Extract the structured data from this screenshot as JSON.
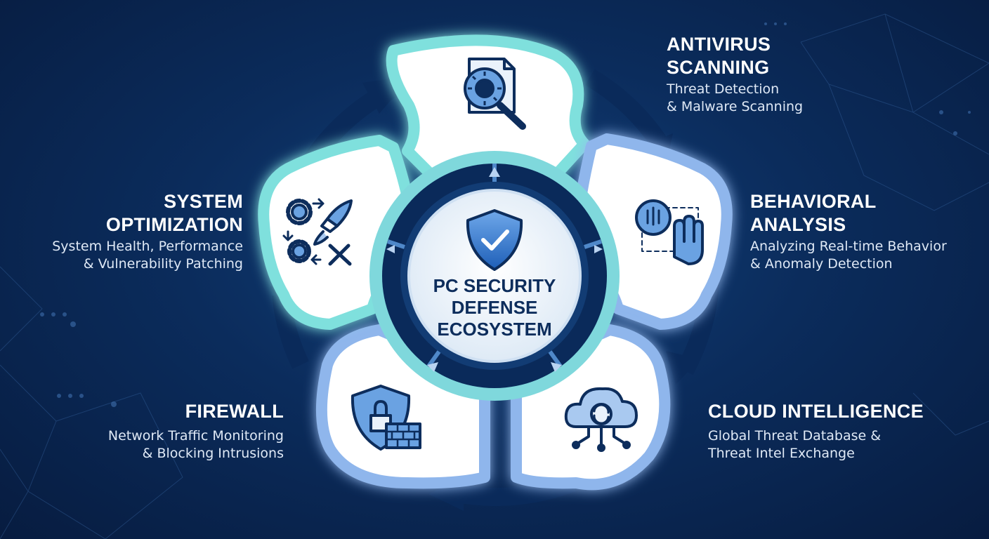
{
  "center": {
    "title_line1": "PC SECURITY",
    "title_line2": "DEFENSE",
    "title_line3": "ECOSYSTEM",
    "icon": "shield-check-icon"
  },
  "modules": [
    {
      "id": "antivirus",
      "title_line1": "ANTIVIRUS",
      "title_line2": "SCANNING",
      "desc_line1": "Threat Detection",
      "desc_line2": "& Malware Scanning",
      "icon": "virus-scan-magnifier-icon"
    },
    {
      "id": "behavioral",
      "title_line1": "BEHAVIORAL",
      "title_line2": "ANALYSIS",
      "desc_line1": "Analyzing Real-time Behavior",
      "desc_line2": "& Anomaly Detection",
      "icon": "hand-stop-icon"
    },
    {
      "id": "cloud",
      "title_line1": "CLOUD INTELLIGENCE",
      "desc_line1": "Global Threat Database &",
      "desc_line2": "Threat Intel Exchange",
      "icon": "cloud-sync-icon"
    },
    {
      "id": "firewall",
      "title_line1": "FIREWALL",
      "desc_line1": "Network Traffic Monitoring",
      "desc_line2": "& Blocking Intrusions",
      "icon": "shield-lock-brick-wall-icon"
    },
    {
      "id": "optimization",
      "title_line1": "SYSTEM",
      "title_line2": "OPTIMIZATION",
      "desc_line1": "System Health, Performance",
      "desc_line2": "& Vulnerability Patching",
      "icon": "gears-rocket-tools-icon"
    }
  ],
  "colors": {
    "background": "#0b2c5c",
    "ring_dark": "#0a2a5a",
    "teal": "#7fe0dd",
    "light_blue": "#8fb6ec",
    "icon_stroke": "#0d2d5c",
    "icon_fill": "#6aa2e2"
  }
}
